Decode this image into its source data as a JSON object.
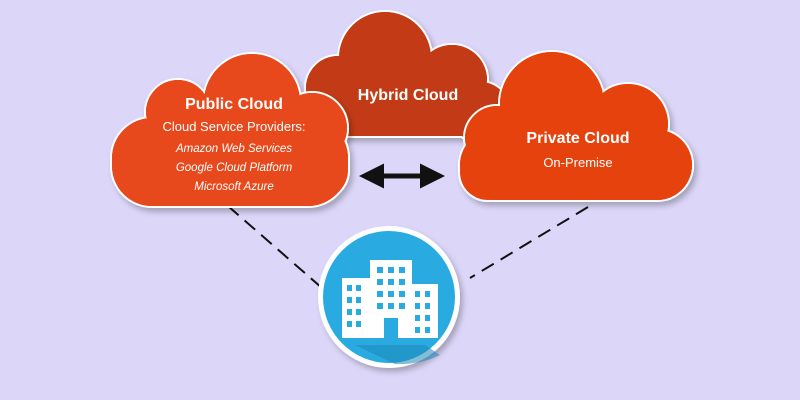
{
  "colors": {
    "background": "#dcd7f9",
    "public_cloud": "#e8491c",
    "hybrid_cloud": "#c23a14",
    "private_cloud": "#e5430f",
    "cloud_outline": "#ffffff",
    "circle_fill": "#29abe2",
    "circle_border": "#ffffff",
    "building": "#ffffff",
    "connector_line": "#111111",
    "arrow": "#111111"
  },
  "icons": {
    "arrow": "double-headed-arrow-icon",
    "building": "office-buildings-icon"
  },
  "hybrid_cloud": {
    "title": "Hybrid Cloud"
  },
  "public_cloud": {
    "title": "Public Cloud",
    "subtitle": "Cloud Service Providers:",
    "providers": [
      "Amazon Web Services",
      "Google Cloud Platform",
      "Microsoft Azure"
    ]
  },
  "private_cloud": {
    "title": "Private Cloud",
    "subtitle": "On-Premise"
  }
}
